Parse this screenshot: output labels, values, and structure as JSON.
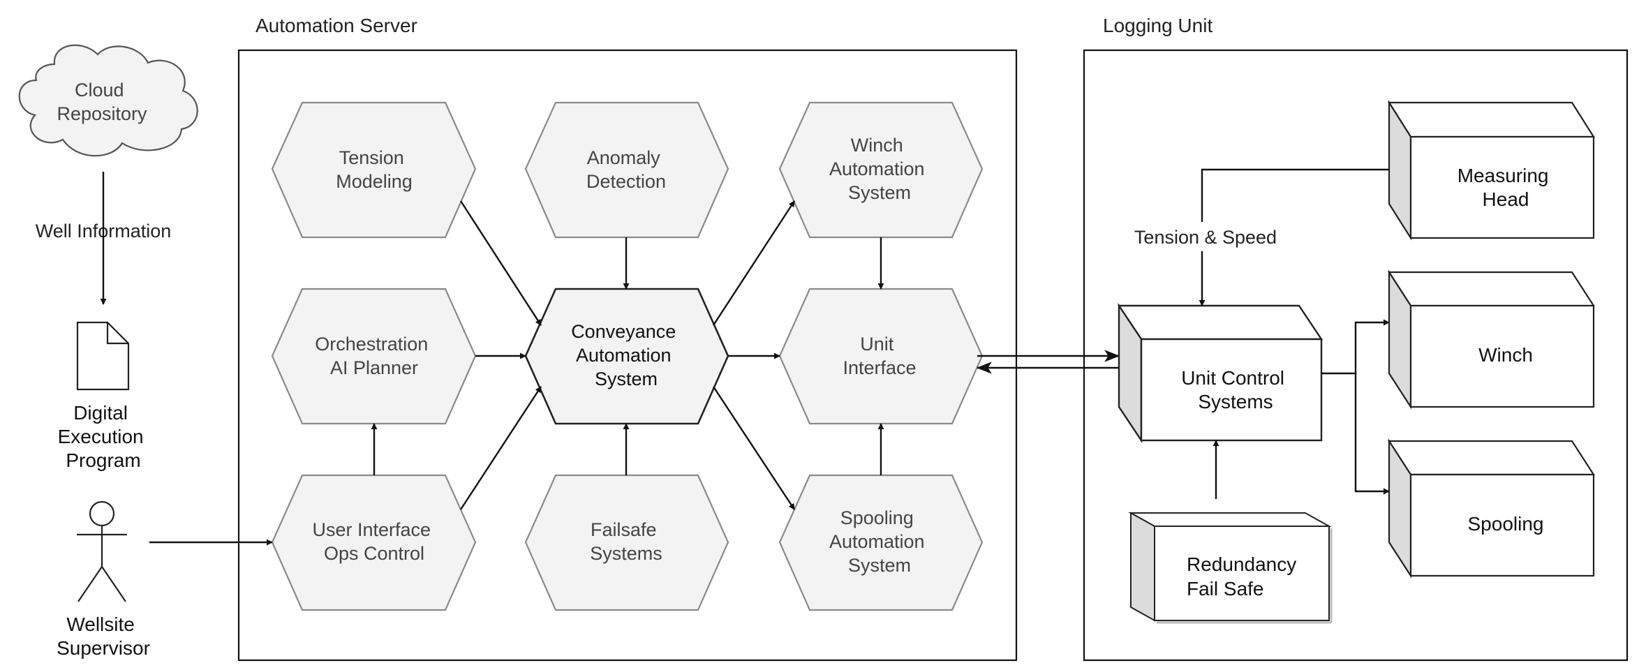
{
  "groups": {
    "automation_server": "Automation Server",
    "logging_unit": "Logging Unit"
  },
  "external": {
    "cloud": [
      "Cloud",
      "Repository"
    ],
    "well_information": "Well Information",
    "digital_execution": [
      "Digital",
      "Execution",
      "Program"
    ],
    "wellsite_supervisor": [
      "Wellsite",
      "Supervisor"
    ]
  },
  "server_nodes": {
    "tension_modeling": [
      "Tension",
      "Modeling"
    ],
    "anomaly_detection": [
      "Anomaly",
      "Detection"
    ],
    "winch_automation": [
      "Winch",
      "Automation",
      "System"
    ],
    "orchestration": [
      "Orchestration",
      "AI Planner"
    ],
    "conveyance": [
      "Conveyance",
      "Automation",
      "System"
    ],
    "unit_interface": [
      "Unit",
      "Interface"
    ],
    "user_interface": [
      "User Interface",
      "Ops Control"
    ],
    "failsafe": [
      "Failsafe",
      "Systems"
    ],
    "spooling_automation": [
      "Spooling",
      "Automation",
      "System"
    ]
  },
  "unit_nodes": {
    "measuring_head": [
      "Measuring",
      "Head"
    ],
    "unit_control": [
      "Unit Control",
      "Systems"
    ],
    "winch": [
      "Winch"
    ],
    "spooling": [
      "Spooling"
    ],
    "redundancy": [
      "Redundancy",
      "Fail Safe"
    ]
  },
  "edge_labels": {
    "tension_speed": "Tension & Speed"
  },
  "colors": {
    "hex_fill": "#f3f3f3",
    "hex_border": "#8a8a8a",
    "core_border": "#222222",
    "cube_side": "#dcdcdc",
    "line": "#111111"
  }
}
